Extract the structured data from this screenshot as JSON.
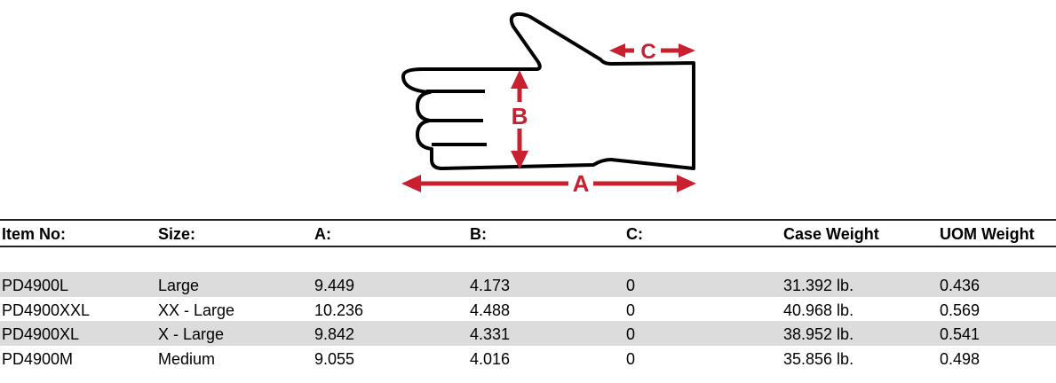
{
  "diagram": {
    "labels": {
      "a": "A",
      "b": "B",
      "c": "C"
    },
    "accent_color": "#c8202f",
    "outline_color": "#000000"
  },
  "table": {
    "headers": [
      "Item No:",
      "Size:",
      "A:",
      "B:",
      "C:",
      "Case Weight",
      "UOM Weight"
    ],
    "rows": [
      [
        "PD4900L",
        "Large",
        "9.449",
        "4.173",
        "0",
        "31.392 lb.",
        "0.436"
      ],
      [
        "PD4900XXL",
        "XX - Large",
        "10.236",
        "4.488",
        "0",
        "40.968 lb.",
        "0.569"
      ],
      [
        "PD4900XL",
        "X - Large",
        "9.842",
        "4.331",
        "0",
        "38.952 lb.",
        "0.541"
      ],
      [
        "PD4900M",
        "Medium",
        "9.055",
        "4.016",
        "0",
        "35.856 lb.",
        "0.498"
      ]
    ],
    "shade_color": "#dcdcdc"
  }
}
